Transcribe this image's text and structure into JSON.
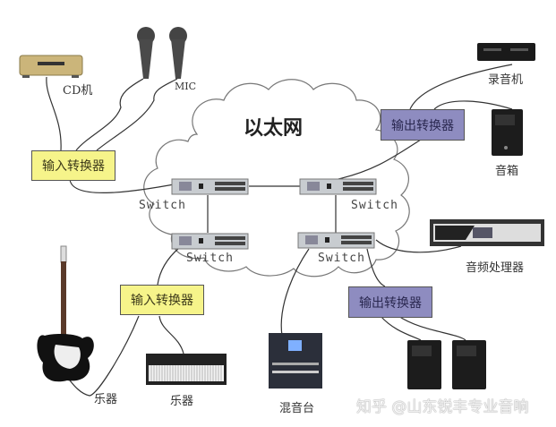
{
  "network": {
    "title": "以太网",
    "switch_label": "Switch",
    "switches": [
      {
        "id": "sw-top-left",
        "label": "Switch"
      },
      {
        "id": "sw-top-right",
        "label": "Switch"
      },
      {
        "id": "sw-bottom-left",
        "label": "Switch"
      },
      {
        "id": "sw-bottom-right",
        "label": "Switch"
      }
    ]
  },
  "converters": {
    "input_top": "输入转换器",
    "input_bottom": "输入转换器",
    "output_top": "输出转换器",
    "output_bottom": "输出转换器",
    "input_color": "#f6f48a",
    "output_color": "#8e8cc0"
  },
  "devices": {
    "cd_player": "CD机",
    "mic": "MIC",
    "recorder": "录音机",
    "speaker": "音箱",
    "audio_processor": "音频处理器",
    "guitar": "乐器",
    "keyboard": "乐器",
    "mixer": "混音台"
  },
  "watermark": "知乎 @山东锐丰专业音响"
}
